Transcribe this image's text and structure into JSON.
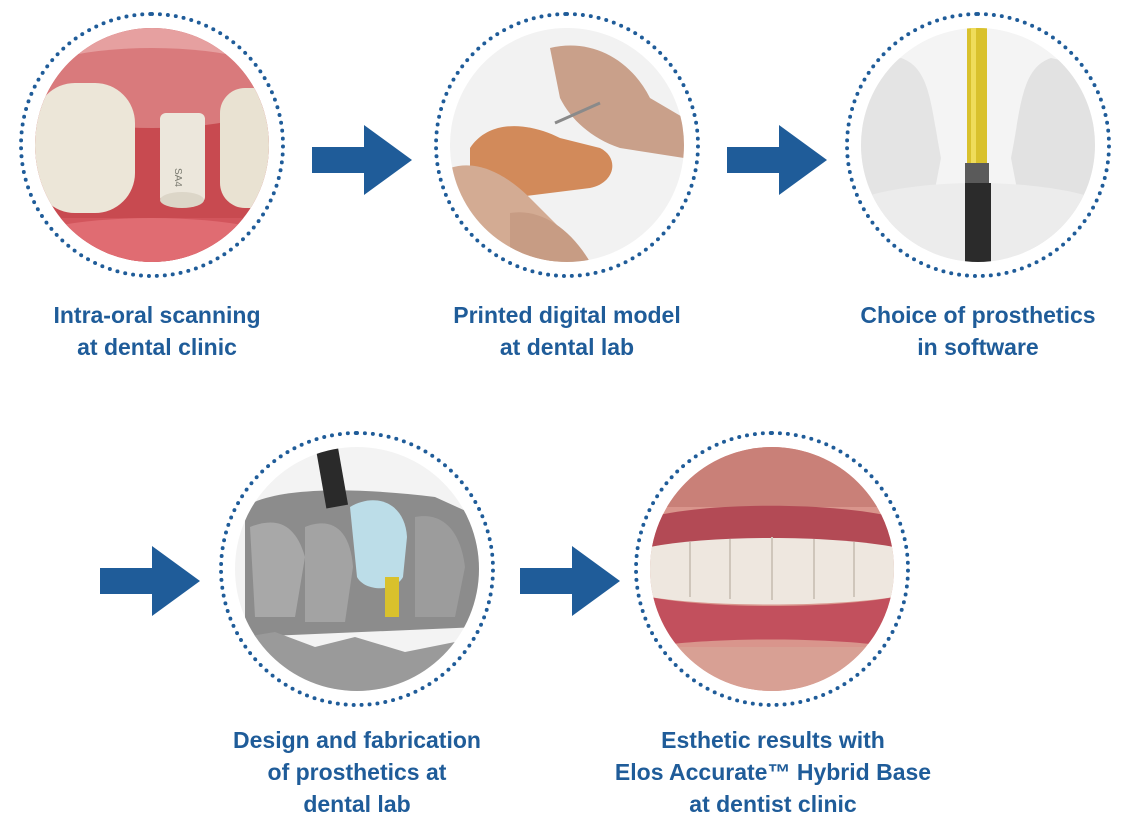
{
  "accent_color": "#1f5c99",
  "steps": [
    {
      "id": "intra-oral-scanning",
      "image": "scan-body-on-gums-photo",
      "caption_lines": [
        "Intra-oral scanning",
        "at dental clinic"
      ]
    },
    {
      "id": "printed-model",
      "image": "hands-holding-printed-model-photo",
      "caption_lines": [
        "Printed digital model",
        "at dental lab"
      ]
    },
    {
      "id": "choice-of-prosthetics",
      "image": "software-implant-render",
      "caption_lines": [
        "Choice of prosthetics",
        "in software"
      ]
    },
    {
      "id": "design-and-fabrication",
      "image": "cad-crown-design-render",
      "caption_lines": [
        "Design and fabrication",
        "of prosthetics at",
        "dental lab"
      ]
    },
    {
      "id": "esthetic-results",
      "image": "smile-closeup-photo",
      "caption_lines": [
        "Esthetic results with",
        "Elos Accurate™ Hybrid Base",
        "at dentist clinic"
      ]
    }
  ],
  "arrows": [
    "arrow-right-icon",
    "arrow-right-icon",
    "arrow-right-icon",
    "arrow-right-icon"
  ]
}
